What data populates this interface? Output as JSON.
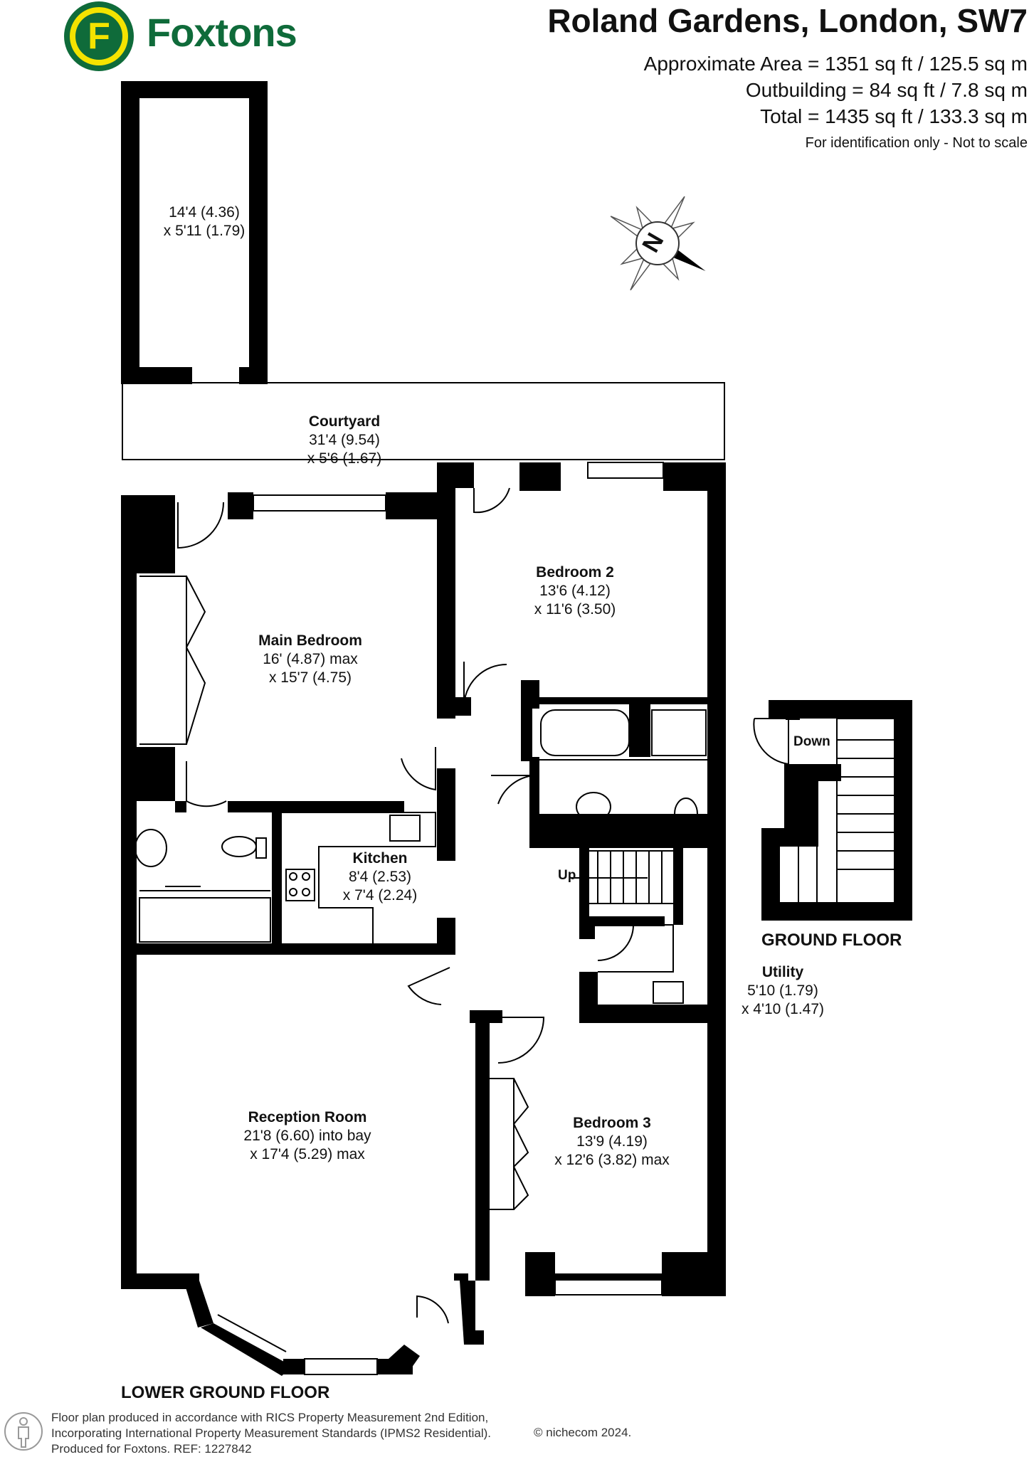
{
  "brand": {
    "name": "Foxtons",
    "mark_letter": "F",
    "color_green": "#0f6b3a",
    "color_yellow": "#f4e300"
  },
  "header": {
    "title": "Roland Gardens, London, SW7",
    "area_lines": [
      "Approximate Area = 1351 sq ft / 125.5 sq m",
      "Outbuilding = 84 sq ft / 7.8 sq m",
      "Total = 1435 sq ft / 133.3 sq m"
    ],
    "note": "For identification only - Not to scale"
  },
  "compass": {
    "letter": "N"
  },
  "rooms": {
    "outbuilding": {
      "name": "",
      "dims": [
        "14'4 (4.36)",
        "x 5'11 (1.79)"
      ]
    },
    "courtyard": {
      "name": "Courtyard",
      "dims": [
        "31'4 (9.54)",
        "x 5'6 (1.67)"
      ]
    },
    "bedroom2": {
      "name": "Bedroom 2",
      "dims": [
        "13'6 (4.12)",
        "x 11'6 (3.50)"
      ]
    },
    "main_bedroom": {
      "name": "Main Bedroom",
      "dims": [
        "16' (4.87) max",
        "x 15'7 (4.75)"
      ]
    },
    "kitchen": {
      "name": "Kitchen",
      "dims": [
        "8'4 (2.53)",
        "x 7'4 (2.24)"
      ]
    },
    "utility": {
      "name": "Utility",
      "dims": [
        "5'10 (1.79)",
        "x 4'10 (1.47)"
      ]
    },
    "reception": {
      "name": "Reception Room",
      "dims": [
        "21'8 (6.60) into bay",
        "x 17'4 (5.29) max"
      ]
    },
    "bedroom3": {
      "name": "Bedroom 3",
      "dims": [
        "13'9 (4.19)",
        "x 12'6 (3.82) max"
      ]
    }
  },
  "labels": {
    "up": "Up",
    "down": "Down",
    "ground_floor": "GROUND FLOOR",
    "lower_ground_floor": "LOWER GROUND FLOOR"
  },
  "footer": {
    "lines": [
      "Floor plan produced in accordance with RICS Property Measurement 2nd Edition,",
      "Incorporating International Property Measurement Standards (IPMS2 Residential).",
      "Produced for Foxtons.  REF: 1227842"
    ],
    "copyright": "© nichecom 2024."
  }
}
